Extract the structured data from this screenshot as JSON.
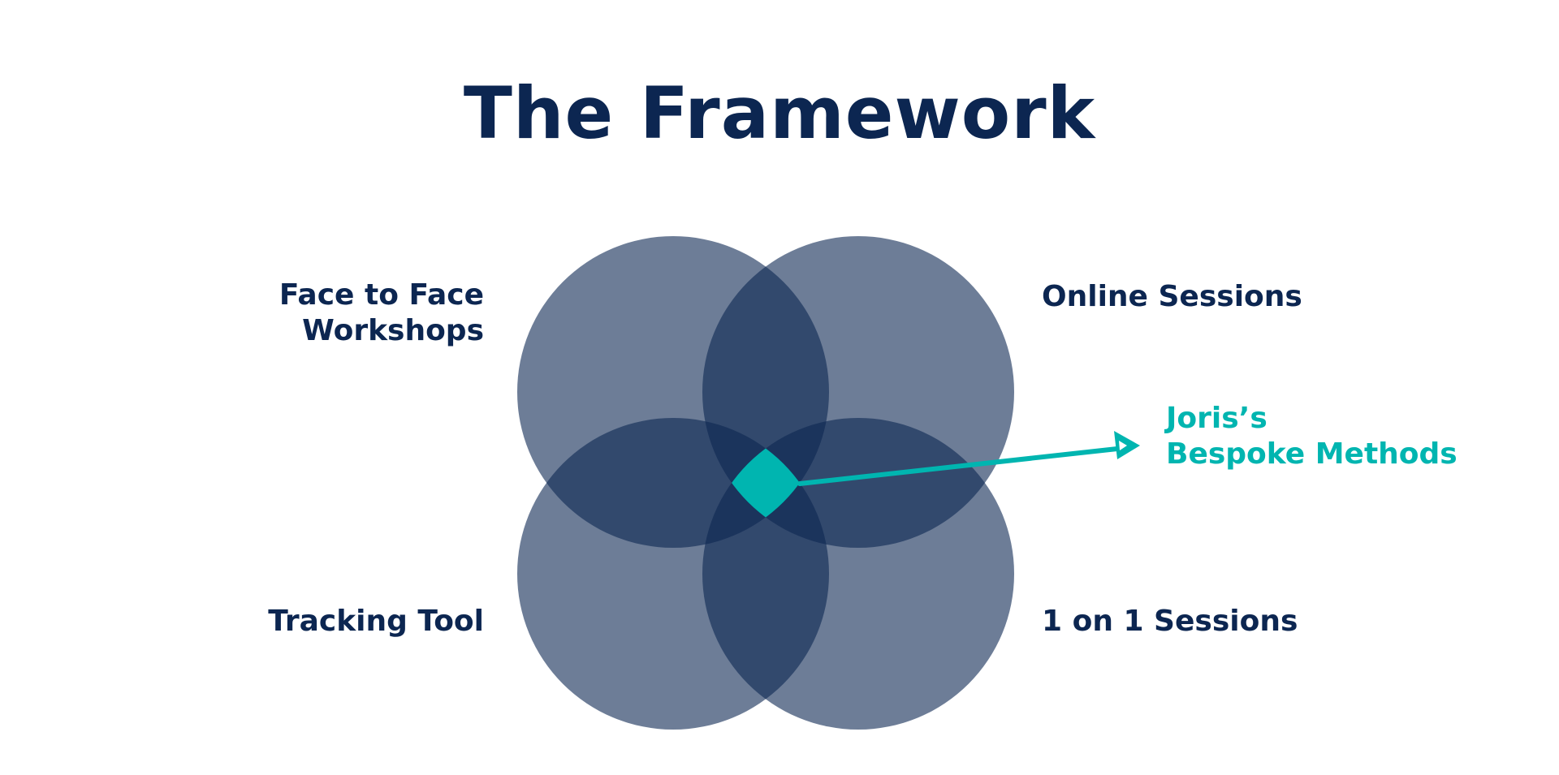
{
  "title": "The Framework",
  "circles": [
    {
      "label_lines": [
        "Face to Face",
        "Workshops"
      ]
    },
    {
      "label_lines": [
        "Online Sessions"
      ]
    },
    {
      "label_lines": [
        "Tracking Tool"
      ]
    },
    {
      "label_lines": [
        "1 on 1 Sessions"
      ]
    }
  ],
  "center": {
    "label_lines": [
      "Joris’s",
      "Bespoke Methods"
    ]
  },
  "colors": {
    "title": "#0c2651",
    "circle_fill": "#0c2651",
    "circle_opacity": 0.6,
    "accent": "#00b5b0",
    "background": "#ffffff"
  }
}
